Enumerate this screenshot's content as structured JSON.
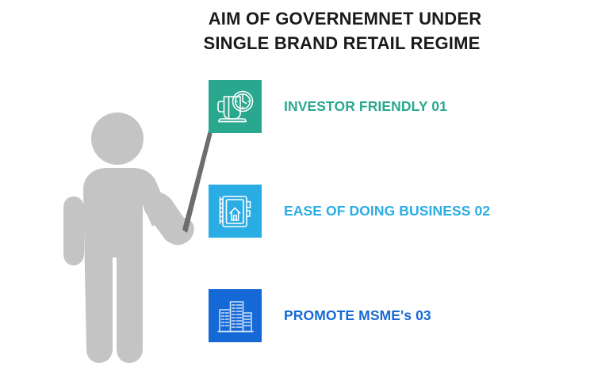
{
  "title": {
    "line1": "AIM OF GOVERNEMNET UNDER",
    "line2": "SINGLE BRAND RETAIL REGIME",
    "color": "#1a1a1a"
  },
  "figure": {
    "name": "presenter-silhouette",
    "body_color": "#c4c4c4",
    "pointer_color": "#6d6d6d"
  },
  "items": [
    {
      "label": "INVESTOR FRIENDLY 01",
      "number": "01",
      "text_color": "#2aa88f",
      "tile_color": "#2aa88f",
      "icon": "coffee-cup-clock-icon"
    },
    {
      "label": "EASE OF DOING BUSINESS 02",
      "number": "02",
      "text_color": "#29ade4",
      "tile_color": "#29ade4",
      "icon": "notebook-house-icon"
    },
    {
      "label": "PROMOTE MSME's 03",
      "number": "03",
      "text_color": "#1569d6",
      "tile_color": "#1569d6",
      "icon": "office-buildings-icon"
    }
  ],
  "background_color": "#ffffff"
}
